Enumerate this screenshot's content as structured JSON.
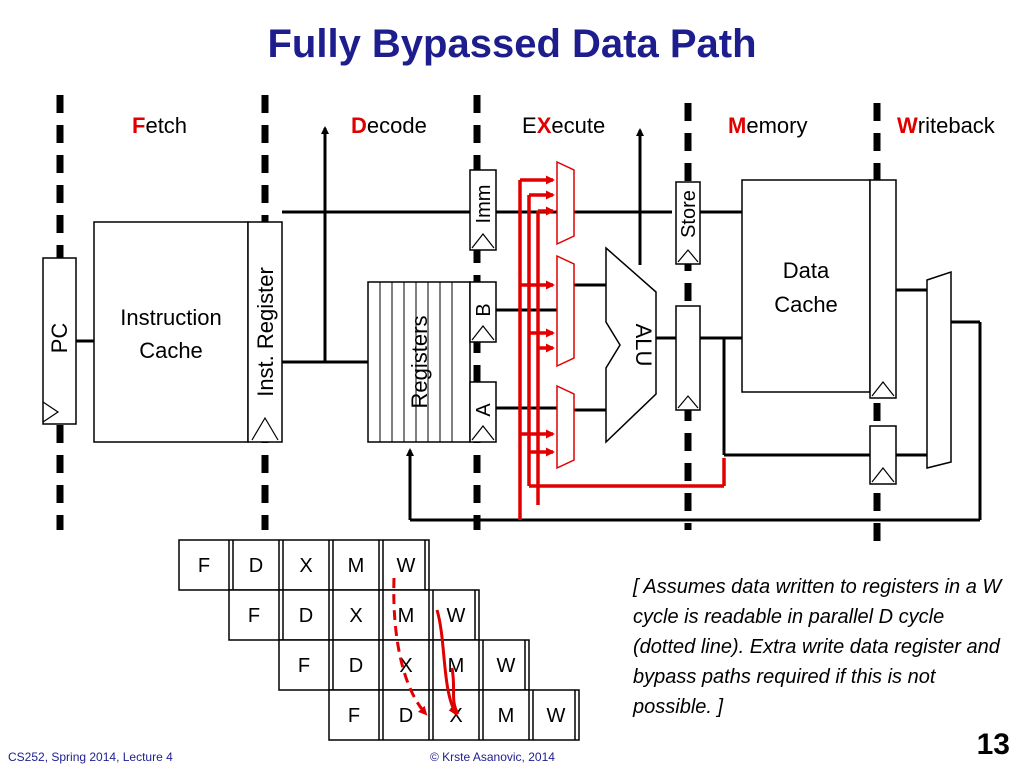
{
  "title": "Fully Bypassed Data Path",
  "stages": [
    {
      "first": "F",
      "rest": "etch"
    },
    {
      "first": "D",
      "rest": "ecode"
    },
    {
      "pre": "E",
      "first": "X",
      "rest": "ecute"
    },
    {
      "first": "M",
      "rest": "emory"
    },
    {
      "first": "W",
      "rest": "riteback"
    }
  ],
  "blocks": {
    "pc": "PC",
    "icache_line1": "Instruction",
    "icache_line2": "Cache",
    "inst_register": "Inst. Register",
    "registers": "Registers",
    "imm": "Imm",
    "b": "B",
    "a": "A",
    "alu": "ALU",
    "store": "Store",
    "dcache_line1": "Data",
    "dcache_line2": "Cache"
  },
  "pipeline_rows": [
    [
      "F",
      "D",
      "X",
      "M",
      "W"
    ],
    [
      "F",
      "D",
      "X",
      "M",
      "W"
    ],
    [
      "F",
      "D",
      "X",
      "M",
      "W"
    ],
    [
      "F",
      "D",
      "X",
      "M",
      "W"
    ]
  ],
  "note": "[ Assumes data written to registers in a W cycle is readable in parallel D cycle (dotted line). Extra write data register and bypass paths required if this is not possible. ]",
  "footer_left": "CS252, Spring 2014, Lecture 4",
  "footer_center": "© Krste Asanovic, 2014",
  "page_number": "13",
  "colors": {
    "title": "#1d1d8e",
    "stage_highlight": "#e00000",
    "bypass": "#e00000"
  }
}
